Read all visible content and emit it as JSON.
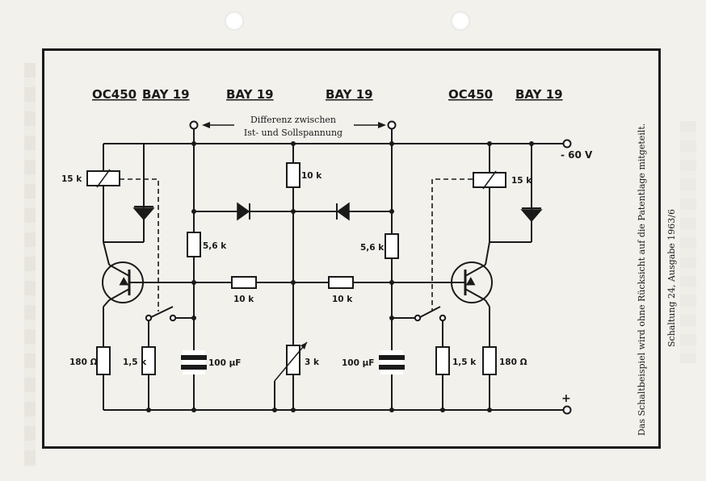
{
  "parts": {
    "left_transistor": "OC450",
    "left_diode": "BAY 19",
    "mid_left_diode": "BAY 19",
    "mid_right_diode": "BAY 19",
    "right_transistor": "OC450",
    "right_diode": "BAY 19"
  },
  "annotation": {
    "line1": "Differenz zwischen",
    "line2": "Ist- und Sollspannung"
  },
  "supply": {
    "negative": "- 60 V",
    "positive": "+"
  },
  "values": {
    "relay_left": "15 k",
    "relay_right": "15 k",
    "top_resistor": "10 k",
    "res56_left": "5,6 k",
    "res56_right": "5,6 k",
    "series_left": "10 k",
    "series_right": "10 k",
    "emitter_left": "180 Ω",
    "base_left": "1,5 k",
    "cap_left": "100 µF",
    "pot": "3 k",
    "cap_right": "100 µF",
    "base_right": "1,5 k",
    "emitter_right": "180 Ω"
  },
  "side_text": {
    "main": "Das Schaltbeispiel wird ohne Rücksicht auf die Patentlage mitgeteilt.",
    "source": "Schaltung 24, Ausgabe 1963/6"
  }
}
